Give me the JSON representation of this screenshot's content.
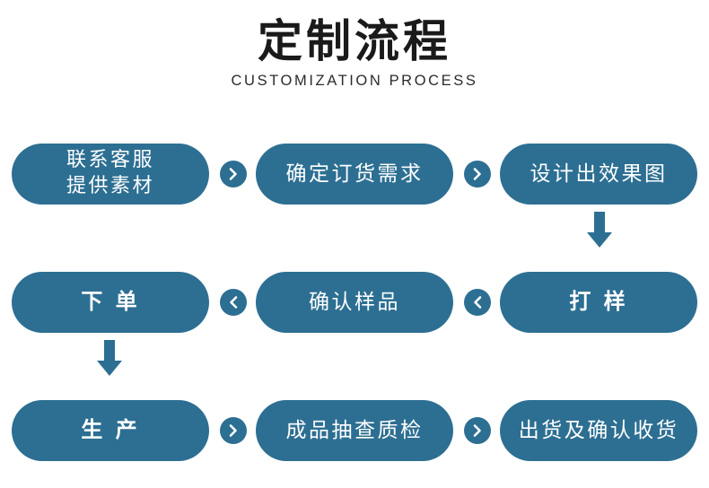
{
  "header": {
    "title": "定制流程",
    "subtitle": "CUSTOMIZATION PROCESS"
  },
  "theme": {
    "pill_color": "#2d6f92",
    "pill_text_color": "#ffffff",
    "background": "#ffffff",
    "title_color": "#1a1a1a"
  },
  "flow": {
    "rows": [
      {
        "direction": "left-to-right",
        "steps": [
          {
            "label": "联系客服\n提供素材",
            "style": "two-line"
          },
          {
            "label": "确定订货需求",
            "style": "normal"
          },
          {
            "label": "设计出效果图",
            "style": "normal"
          }
        ],
        "connectors": [
          {
            "icon": "chevron-right-icon"
          },
          {
            "icon": "chevron-right-icon"
          }
        ],
        "down_connector": {
          "icon": "arrow-down-icon",
          "column": 3
        }
      },
      {
        "direction": "right-to-left",
        "steps": [
          {
            "label": "下 单",
            "style": "bold"
          },
          {
            "label": "确认样品",
            "style": "normal"
          },
          {
            "label": "打 样",
            "style": "bold"
          }
        ],
        "connectors": [
          {
            "icon": "chevron-left-icon"
          },
          {
            "icon": "chevron-left-icon"
          }
        ],
        "down_connector": {
          "icon": "arrow-down-icon",
          "column": 1
        }
      },
      {
        "direction": "left-to-right",
        "steps": [
          {
            "label": "生 产",
            "style": "bold"
          },
          {
            "label": "成品抽查质检",
            "style": "normal"
          },
          {
            "label": "出货及确认收货",
            "style": "normal"
          }
        ],
        "connectors": [
          {
            "icon": "chevron-right-icon"
          },
          {
            "icon": "chevron-right-icon"
          }
        ],
        "down_connector": null
      }
    ]
  }
}
